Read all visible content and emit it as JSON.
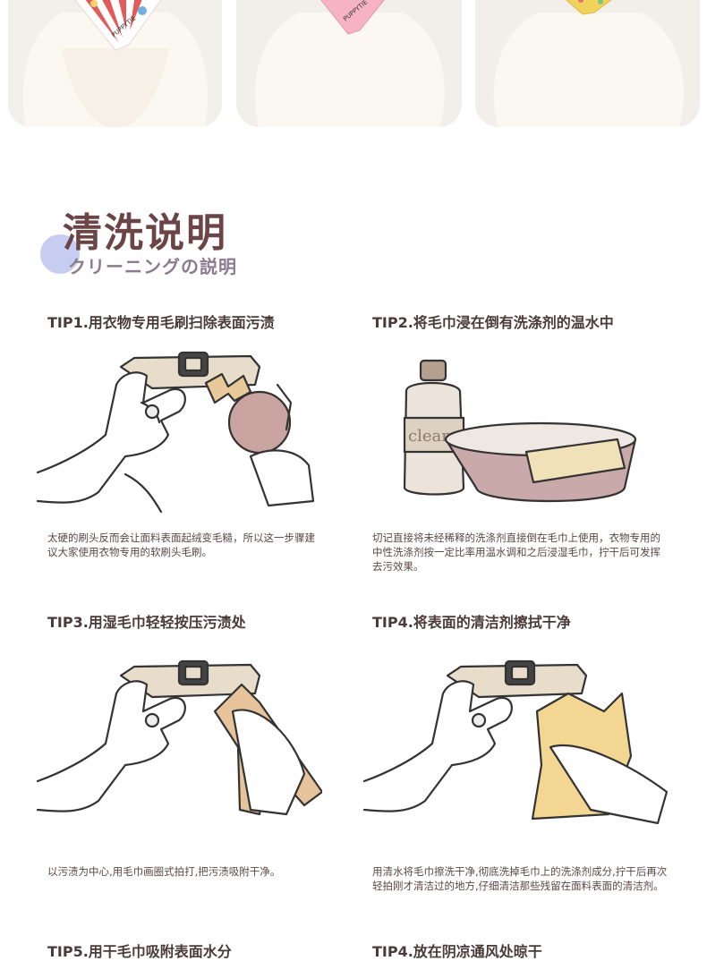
{
  "photos": [
    {
      "id": "bandana-striped",
      "print_text": "PUPPYTIE",
      "palette": [
        "#e25a5a",
        "#f5d26a",
        "#6fb1e0"
      ]
    },
    {
      "id": "bandana-pink",
      "print_text": "PUPPYTIE",
      "palette": [
        "#f2a6b8",
        "#ffd7e0"
      ]
    },
    {
      "id": "bandana-yellow",
      "palette": [
        "#f0d35c",
        "#e86d6d"
      ]
    }
  ],
  "section": {
    "title": "清洗说明",
    "subtitle": "クリーニングの説明",
    "title_color": "#6b4446",
    "accent_color": "#c7cdf1"
  },
  "tips": [
    {
      "heading": "TIP1.用衣物专用毛刷扫除表面污渍",
      "description": "太硬的刷头反而会让面料表面起绒变毛糙，所以这一步骤建议大家使用衣物专用的软刷头毛刷。",
      "illustration": "hand-brushing-collar"
    },
    {
      "heading": "TIP2.将毛巾浸在倒有洗涤剂的温水中",
      "description": "切记直接将未经稀释的洗涤剂直接倒在毛巾上使用，衣物专用的中性洗涤剂按一定比率用温水调和之后浸湿毛巾，拧干后可发挥去污效果。",
      "illustration": "detergent-bottle-and-basin",
      "bottle_label": "clear"
    },
    {
      "heading": "TIP3.用湿毛巾轻轻按压污渍处",
      "description": "以污渍为中心,用毛巾画圈式拍打,把污渍吸附干净。",
      "illustration": "hand-pressing-towel"
    },
    {
      "heading": "TIP4.将表面的清洁剂擦拭干净",
      "description": "用清水将毛巾擦洗干净,彻底洗掉毛巾上的洗涤剂成分,拧干后再次轻拍刚才清洁过的地方,仔细清洁那些残留在面料表面的清洁剂。",
      "illustration": "hand-wiping-with-towel"
    },
    {
      "heading": "TIP5.用干毛巾吸附表面水分",
      "description": "",
      "illustration": ""
    },
    {
      "heading": "TIP4.放在阴凉通风处晾干",
      "description": "",
      "illustration": ""
    }
  ]
}
